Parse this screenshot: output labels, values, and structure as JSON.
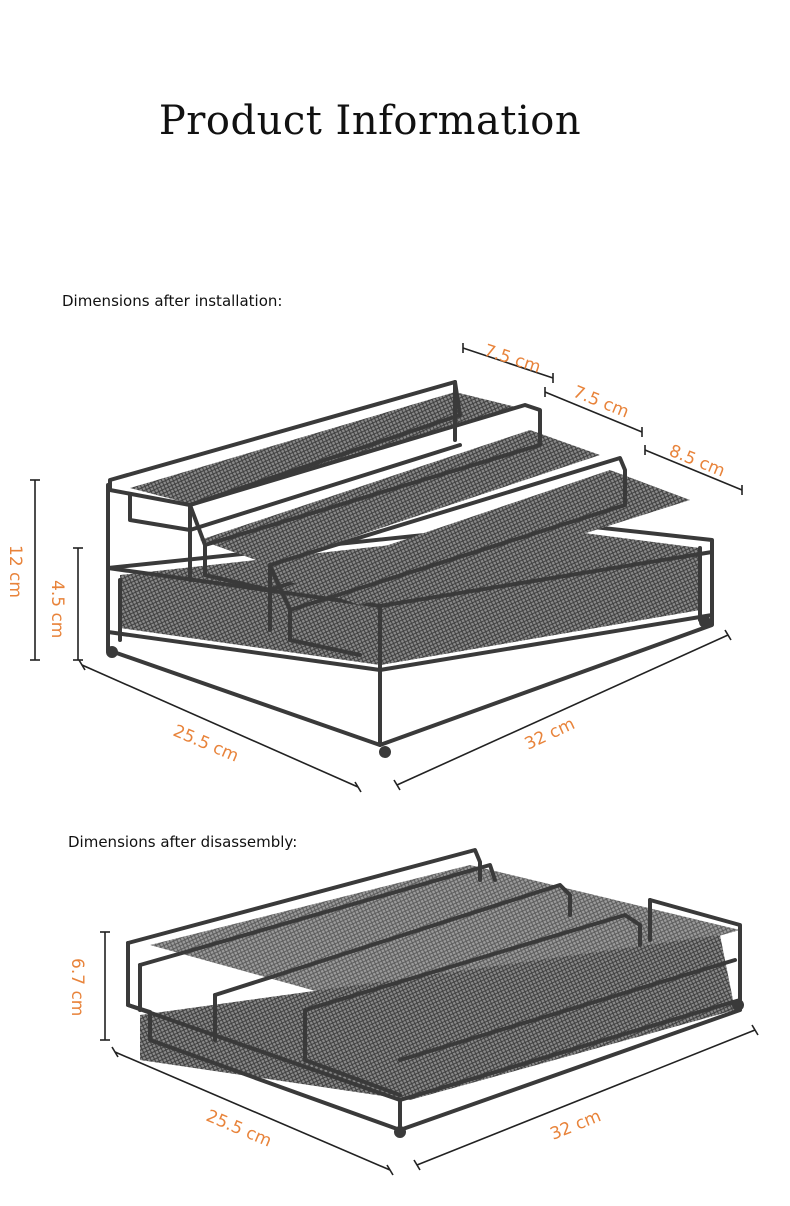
{
  "title": "Product Information",
  "installed": {
    "label": "Dimensions after installation:",
    "dims": {
      "tier1_depth": "7.5 cm",
      "tier2_depth": "7.5 cm",
      "tier3_depth": "8.5 cm",
      "total_height": "12 cm",
      "base_height": "4.5 cm",
      "depth": "25.5 cm",
      "width": "32 cm"
    }
  },
  "disassembled": {
    "label": "Dimensions after disassembly:",
    "dims": {
      "height": "6.7 cm",
      "depth": "25.5 cm",
      "width": "32 cm"
    }
  },
  "colors": {
    "dimension_text": "#e8833a",
    "frame": "#3a3a3a",
    "mesh": "#6b6b6b"
  }
}
